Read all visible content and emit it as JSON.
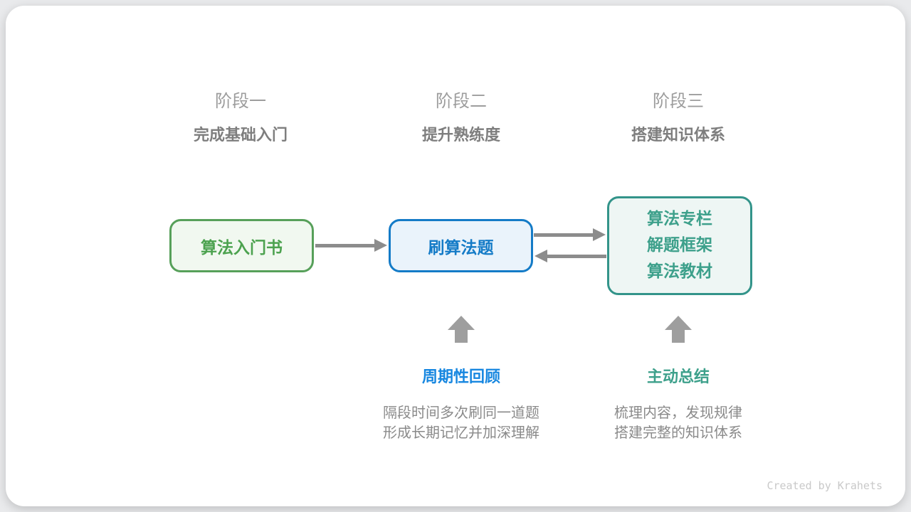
{
  "stages": [
    {
      "label": "阶段一",
      "subtitle": "完成基础入门"
    },
    {
      "label": "阶段二",
      "subtitle": "提升熟练度"
    },
    {
      "label": "阶段三",
      "subtitle": "搭建知识体系"
    }
  ],
  "nodes": [
    {
      "label": "算法入门书",
      "border": "#57a05a",
      "bg": "#f1f8f0",
      "text": "#4ca24f"
    },
    {
      "label": "刷算法题",
      "border": "#147bc7",
      "bg": "#eaf3fb",
      "text": "#147bc7"
    },
    {
      "lines": [
        "算法专栏",
        "解题框架",
        "算法教材"
      ],
      "border": "#33948a",
      "bg": "#eef6f4",
      "text": "#3da08b"
    }
  ],
  "annotations": [
    {
      "title": "周期性回顾",
      "color": "#1787e0",
      "desc": [
        "隔段时间多次刷同一道题",
        "形成长期记忆并加深理解"
      ]
    },
    {
      "title": "主动总结",
      "color": "#3da08b",
      "desc": [
        "梳理内容，发现规律",
        "搭建完整的知识体系"
      ]
    }
  ],
  "colors": {
    "horizontal_arrow": "#8c8c8c",
    "up_arrow": "#9e9e9e",
    "stage_label": "#9d9d9d",
    "stage_subtitle": "#7e7e7e",
    "description_text": "#8a8a8a",
    "credit_text": "#c9c9c9",
    "card_background": "#ffffff",
    "page_background": "#e9eaec"
  },
  "footer": {
    "credit": "Created by Krahets"
  }
}
